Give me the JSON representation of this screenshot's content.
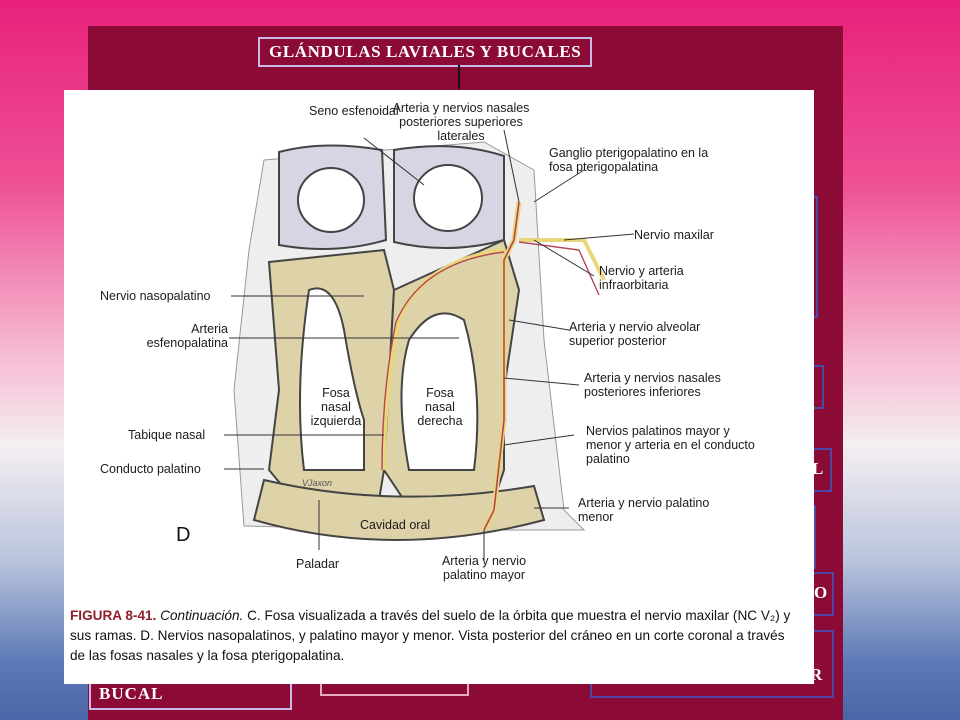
{
  "slide": {
    "title": "GLÁNDULAS LAVIALES Y BUCALES",
    "boxes": {
      "bucal": "BUCAL",
      "right_1": "L",
      "right_2": "O",
      "right_3": "R"
    }
  },
  "figure": {
    "letter": "D",
    "labels": {
      "seno_esfenoidal": "Seno esfenoidal",
      "arteria_nasales_sup": "Arteria y nervios nasales posteriores superiores laterales",
      "ganglio": "Ganglio pterigopalatino en la fosa pterigopalatina",
      "nervio_maxilar": "Nervio maxilar",
      "nervio_arteria_infraorbitaria": "Nervio y arteria infraorbitaria",
      "nervio_nasopalatino": "Nervio nasopalatino",
      "arteria_esfenopalatina": "Arteria esfenopalatina",
      "alveolar_sup_post": "Arteria y nervio alveolar superior posterior",
      "fosa_izquierda": "Fosa nasal izquierda",
      "fosa_derecha": "Fosa nasal derecha",
      "nasales_post_inf": "Arteria y nervios nasales posteriores inferiores",
      "tabique_nasal": "Tabique nasal",
      "palatinos_mayor_menor": "Nervios palatinos mayor y menor y arteria en el conducto palatino",
      "conducto_palatino": "Conducto palatino",
      "arteria_palatino_menor": "Arteria y nervio palatino menor",
      "cavidad_oral": "Cavidad oral",
      "paladar": "Paladar",
      "arteria_palatino_mayor": "Arteria y nervio palatino mayor",
      "signature": "VJaxon"
    },
    "caption": {
      "label": "FIGURA 8-41.",
      "cont": "Continuación.",
      "text": " C. Fosa visualizada a través del suelo de la órbita que muestra el nervio maxilar (NC V₂) y sus ramas. D. Nervios nasopalatinos, y palatino mayor y menor. Vista posterior del cráneo en un corte coronal a través de las fosas nasales y la fosa pterigopalatina."
    }
  },
  "colors": {
    "slide_bg": "#8b0a36",
    "box_border": "#4f47a8",
    "title_border": "#c7b9ea",
    "bone": "#ddd2a8",
    "sinus": "#d9d4e3",
    "nerve": "#e9d77a",
    "artery": "#b5465a",
    "caption_label": "#8f1f2a"
  }
}
